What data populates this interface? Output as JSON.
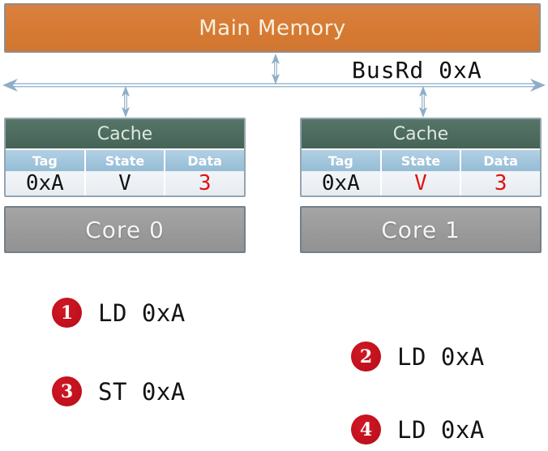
{
  "colors": {
    "memory_orange": "#d67a33",
    "cache_header_green": "#4c6a5d",
    "table_header_blue": "#a0c4db",
    "data_row_bg": "#e9edf1",
    "core_gray": "#999999",
    "bus_arrow_blue": "#9db8d0",
    "highlight_red": "#dd1414",
    "badge_red": "#bf101d",
    "text_black": "#141414"
  },
  "memory": {
    "label": "Main Memory"
  },
  "bus": {
    "label": "BusRd 0xA"
  },
  "caches": [
    {
      "title": "Cache",
      "columns": [
        "Tag",
        "State",
        "Data"
      ],
      "row": {
        "tag": {
          "text": "0xA",
          "style": "color:#111111"
        },
        "state": {
          "text": "V",
          "style": "color:#111111"
        },
        "data": {
          "text": "3",
          "style": "color:#dd1414"
        }
      }
    },
    {
      "title": "Cache",
      "columns": [
        "Tag",
        "State",
        "Data"
      ],
      "row": {
        "tag": {
          "text": "0xA",
          "style": "color:#111111"
        },
        "state": {
          "text": "V",
          "style": "color:#dd1414"
        },
        "data": {
          "text": "3",
          "style": "color:#dd1414"
        }
      }
    }
  ],
  "cores": [
    {
      "label": "Core 0"
    },
    {
      "label": "Core 1"
    }
  ],
  "operations": [
    {
      "num": "1",
      "text": "LD 0xA"
    },
    {
      "num": "2",
      "text": "LD 0xA"
    },
    {
      "num": "3",
      "text": "ST 0xA"
    },
    {
      "num": "4",
      "text": "LD 0xA"
    }
  ]
}
